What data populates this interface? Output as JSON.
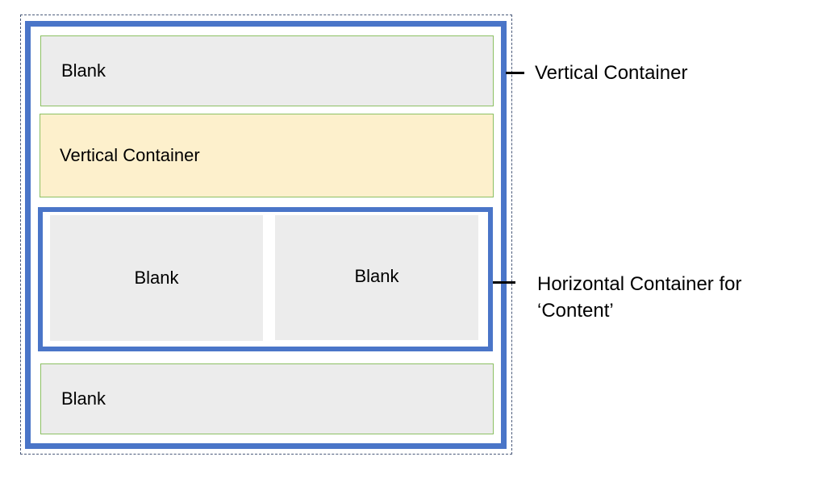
{
  "diagram": {
    "outer_container_label": "Vertical Container",
    "header_blank": "Blank",
    "vertical_container": "Vertical Container",
    "content_left_blank": "Blank",
    "content_right_blank": "Blank",
    "content_container_label_line1": "Horizontal Container for",
    "content_container_label_line2": "‘Content’",
    "footer_blank": "Blank"
  },
  "colors": {
    "container_border": "#4a75c8",
    "blank_fill": "#ececec",
    "panel_border": "#8cc063",
    "vertical_container_fill": "#fdf0cc"
  }
}
